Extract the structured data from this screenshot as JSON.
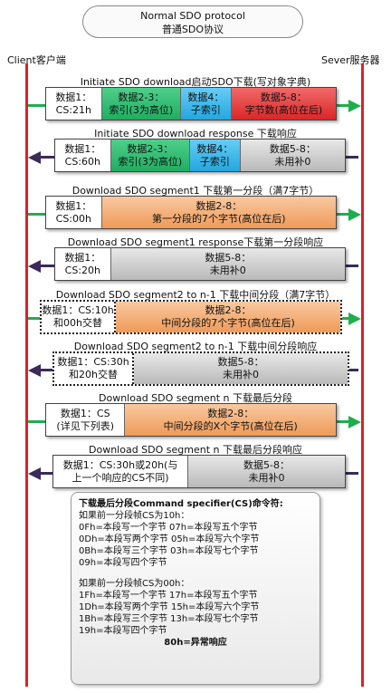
{
  "title": {
    "line1": "Normal SDO protocol",
    "line2": "普通SDO协议"
  },
  "client_label": "Client客户端",
  "server_label": "Sever服务器",
  "colors": {
    "line": "#d9222a",
    "request_arrow": "#1fae4e",
    "response_arrow": "#3b2a5a"
  },
  "messages": [
    {
      "label": "Initiate SDO download启动SDO下载(写对象字典)",
      "cells": [
        {
          "lines": [
            "数据1：",
            "CS:21h"
          ]
        },
        {
          "lines": [
            "数据2-3：",
            "索引(3为高位)"
          ]
        },
        {
          "lines": [
            "数据4：",
            "子索引"
          ]
        },
        {
          "lines": [
            "数据5-8：",
            "字节数(高位在后)"
          ]
        }
      ]
    },
    {
      "label": "Initiate SDO download response 下载响应",
      "cells": [
        {
          "lines": [
            "数据1：",
            "CS:60h"
          ]
        },
        {
          "lines": [
            "数据2-3：",
            "索引(3为高位)"
          ]
        },
        {
          "lines": [
            "数据4：",
            "子索引"
          ]
        },
        {
          "lines": [
            "数据5-8：",
            "未用补0"
          ]
        }
      ]
    },
    {
      "label": "Download SDO segment1 下载第一分段（满7字节）",
      "cells": [
        {
          "lines": [
            "数据1：",
            "CS:00h"
          ]
        },
        {
          "lines": [
            "数据2-8：",
            "第一分段的7个字节(高位在后)"
          ]
        }
      ]
    },
    {
      "label": "Download SDO segment1 response下载第一分段响应",
      "cells": [
        {
          "lines": [
            "数据1：",
            "CS:20h"
          ]
        },
        {
          "lines": [
            "数据5-8：",
            "未用补0"
          ]
        }
      ]
    },
    {
      "label": "Download SDO segment2 to n-1 下载中间分段（满7字节）",
      "cells": [
        {
          "lines": [
            "数据1：CS:10h",
            "和00h交替"
          ]
        },
        {
          "lines": [
            "数据2-8：",
            "中间分段的7个字节(高位在后)"
          ]
        }
      ]
    },
    {
      "label": "Download SDO segment2 to n-1 下载中间分段响应",
      "cells": [
        {
          "lines": [
            "数据1：CS:30h",
            "和20h交替"
          ]
        },
        {
          "lines": [
            "数据5-8：",
            "未用补0"
          ]
        }
      ]
    },
    {
      "label": "Download SDO segment n 下载最后分段",
      "cells": [
        {
          "lines": [
            "数据1：CS",
            "(详见下列表)"
          ]
        },
        {
          "lines": [
            "数据2-8：",
            "中间分段的X个字节(高位在后)"
          ]
        }
      ]
    },
    {
      "label": "Download SDO segment n 下载最后分段响应",
      "cells": [
        {
          "lines": [
            "数据1：CS:30h或20h(与",
            "上一个响应的CS不同)"
          ]
        },
        {
          "lines": [
            "数据5-8：",
            "未用补0"
          ]
        }
      ]
    }
  ],
  "note": {
    "heading": "下载最后分段Command specifier(CS)命令符:",
    "group1_title": "如果前一分段帧CS为10h：",
    "group1_rows": [
      "0Fh=本段写一个字节  07h=本段写五个字节",
      "0Dh=本段写两个字节  05h=本段写六个字节",
      "0Bh=本段写三个字节  03h=本段写七个字节",
      "09h=本段写四个字节"
    ],
    "group2_title": "如果前一分段帧CS为00h：",
    "group2_rows": [
      "1Fh=本段写一个字节  17h=本段写五个字节",
      "1Dh=本段写两个字节  15h=本段写六个字节",
      "1Bh=本段写三个字节  13h=本段写七个字节",
      "19h=本段写四个字节"
    ],
    "footer": "80h=异常响应"
  }
}
